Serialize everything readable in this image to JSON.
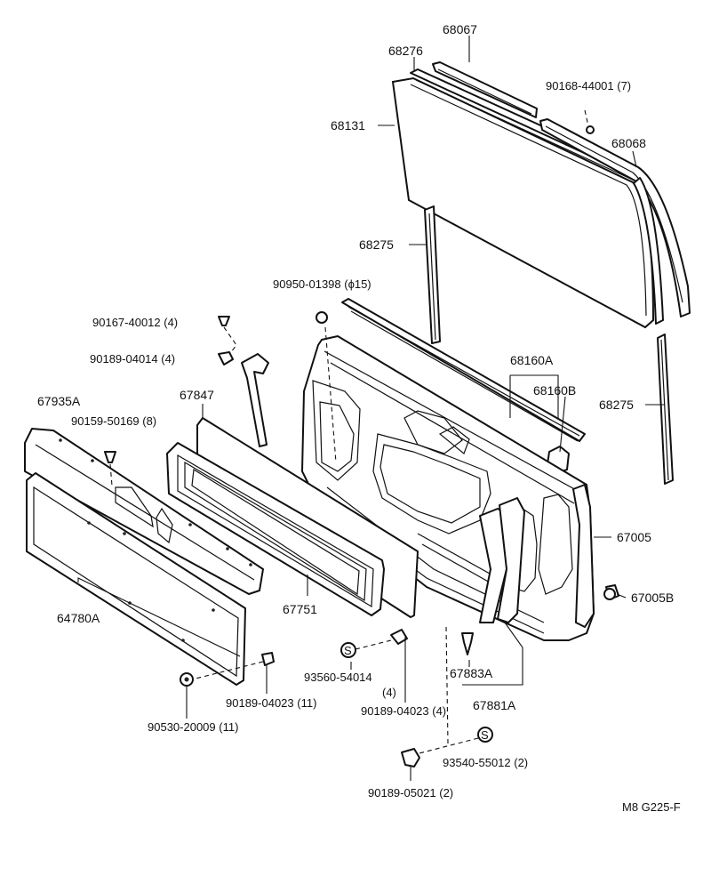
{
  "diagram": {
    "code": "M8 G225-F",
    "labels": {
      "p68067": "68067",
      "p68276": "68276",
      "p90168": "90168-44001 (7)",
      "p68131": "68131",
      "p68068": "68068",
      "p68275a": "68275",
      "p90950": "90950-01398 (ϕ15)",
      "p90167": "90167-40012 (4)",
      "p90189_04014": "90189-04014 (4)",
      "p68160a": "68160A",
      "p68160b": "68160B",
      "p68275b": "68275",
      "p67935a": "67935A",
      "p67847": "67847",
      "p90159": "90159-50169 (8)",
      "p67005": "67005",
      "p67005b": "67005B",
      "p64780a": "64780A",
      "p67751": "67751",
      "p93560": "93560-54014",
      "p93560_qty": "(4)",
      "p67883a": "67883A",
      "p90189_04023a": "90189-04023 (11)",
      "p90189_04023b": "90189-04023 (4)",
      "p67881a": "67881A",
      "p90530": "90530-20009 (11)",
      "p93540": "93540-55012 (2)",
      "p90189_05021": "90189-05021 (2)"
    }
  }
}
